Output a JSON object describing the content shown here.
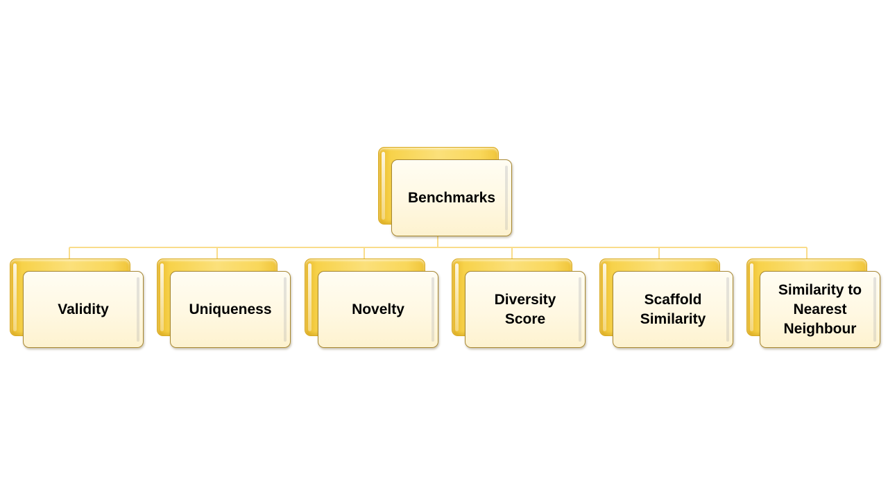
{
  "diagram": {
    "root": {
      "label": "Benchmarks"
    },
    "children": [
      {
        "label": "Validity"
      },
      {
        "label": "Uniqueness"
      },
      {
        "label": "Novelty"
      },
      {
        "label": "Diversity\nScore"
      },
      {
        "label": "Scaffold\nSimilarity"
      },
      {
        "label": "Similarity to\nNearest\nNeighbour"
      }
    ]
  },
  "colors": {
    "card_gold": "#f7d24a",
    "card_cream": "#fff8e2",
    "connector": "#f9dc8a",
    "border": "#a78730"
  }
}
